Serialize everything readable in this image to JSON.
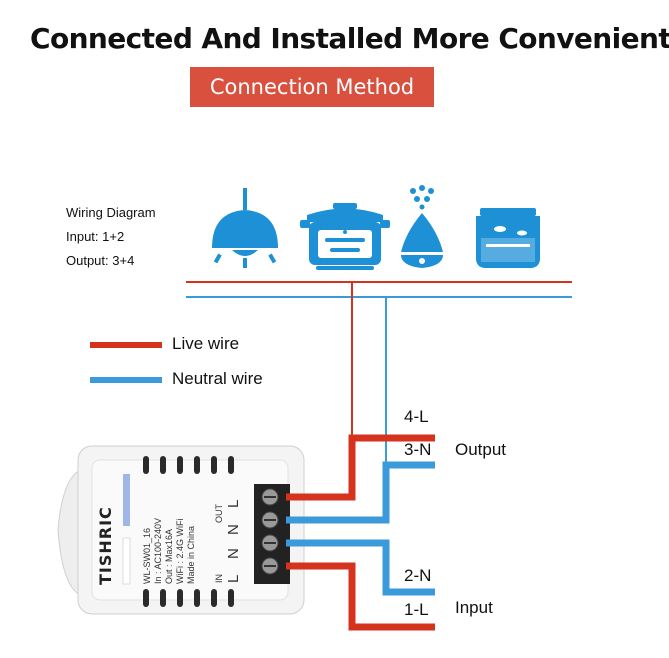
{
  "title": "Connected And Installed More Convenient",
  "banner": "Connection Method",
  "wiring_info": {
    "heading": "Wiring Diagram",
    "input": "Input: 1+2",
    "output": "Output: 3+4"
  },
  "appliances": [
    "lamp-icon",
    "rice-cooker-icon",
    "humidifier-icon",
    "fish-tank-icon"
  ],
  "legend": {
    "live": {
      "label": "Live wire",
      "color": "#d6331f"
    },
    "neutral": {
      "label": "Neutral wire",
      "color": "#3b9ad9"
    }
  },
  "terminals": {
    "t4": "4-L",
    "t3": "3-N",
    "t2": "2-N",
    "t1": "1-L",
    "output_label": "Output",
    "input_label": "Input"
  },
  "device": {
    "brand": "TISHRIC",
    "model": "WL-SW01_16",
    "spec_in": "In : AC100-240V",
    "spec_out": "Out : Max16A",
    "spec_wifi": "WiFi : 2.4G WiFi",
    "made_in": "Made in China",
    "port_in": "IN",
    "port_out": "OUT",
    "port_in_letters": "L N",
    "port_out_letters": "N L"
  }
}
